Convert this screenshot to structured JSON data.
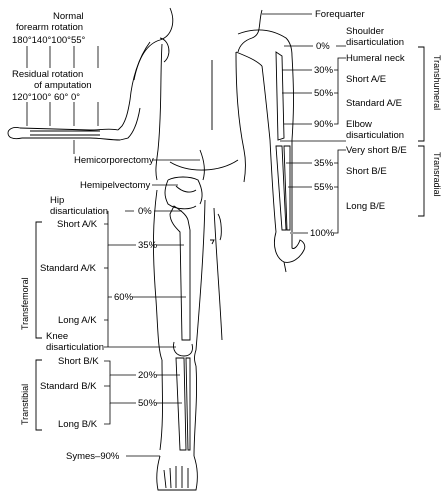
{
  "top_left": {
    "normal_rotation_line1": "Normal",
    "normal_rotation_line2": "forearm rotation",
    "normal_rotation_values": "180°140°100°55°",
    "residual_line1": "Residual rotation",
    "residual_line2": "of amputation",
    "residual_values": "120°100° 60°  0°"
  },
  "upper_limb": {
    "forequarter": "Forequarter",
    "shoulder_line1": "Shoulder",
    "shoulder_line2": "disarticulation",
    "humeral_neck": "Humeral neck",
    "short_ae": "Short A/E",
    "standard_ae": "Standard A/E",
    "elbow_line1": "Elbow",
    "elbow_line2": "disarticulation",
    "very_short_be": "Very short B/E",
    "short_be": "Short B/E",
    "long_be": "Long B/E",
    "transhumeral": "Transhumeral",
    "transradial": "Transradial",
    "pct_0": "0%",
    "pct_30": "30%",
    "pct_50": "50%",
    "pct_90": "90%",
    "pct_35": "35%",
    "pct_55": "55%",
    "pct_100": "100%"
  },
  "lower_limb": {
    "hemicorporectomy": "Hemicorporectomy",
    "hemipelvectomy": "Hemipelvectomy",
    "hip_line1": "Hip",
    "hip_line2": "disarticulation",
    "hip_pct": "0%",
    "short_ak": "Short A/K",
    "pct_35": "35%",
    "standard_ak": "Standard A/K",
    "pct_60": "60%",
    "long_ak": "Long A/K",
    "knee_line1": "Knee",
    "knee_line2": "disarticulation",
    "short_bk": "Short B/K",
    "pct_20": "20%",
    "standard_bk": "Standard B/K",
    "pct_50": "50%",
    "long_bk": "Long B/K",
    "symes": "Symes–90%",
    "transfemoral": "Transfemoral",
    "transtibial": "Transtibial"
  }
}
